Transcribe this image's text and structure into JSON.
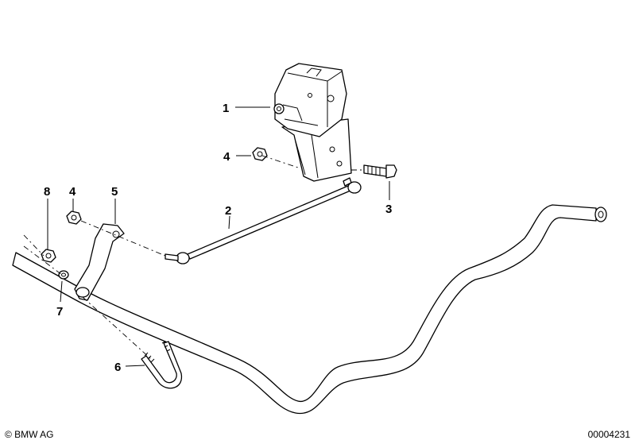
{
  "callouts": {
    "c1": "1",
    "c2": "2",
    "c3": "3",
    "c4a": "4",
    "c4b": "4",
    "c5": "5",
    "c6": "6",
    "c7": "7",
    "c8": "8"
  },
  "footer": {
    "copyright": "© BMW AG",
    "diagram_id": "00004231"
  }
}
